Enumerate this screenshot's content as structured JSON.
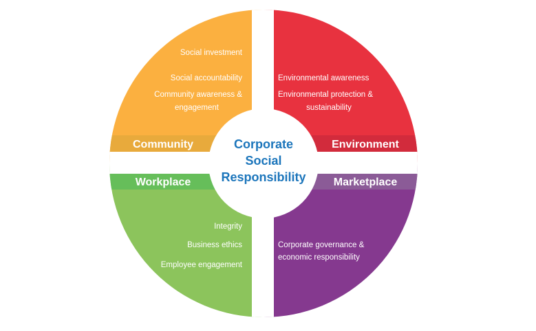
{
  "title": {
    "lines": [
      "Corporate",
      "Social",
      "Responsibility"
    ]
  },
  "colors": {
    "community": "#fbb040",
    "community_band": "#e8aa3c",
    "environment": "#e8323f",
    "environment_band": "#d22b3c",
    "workplace": "#8cc45c",
    "workplace_band": "#66be5a",
    "marketplace": "#85398f",
    "marketplace_band": "#8b5b97",
    "title": "#1b75bb"
  },
  "quadrants": {
    "community": {
      "label": "Community",
      "items": [
        "Social investment",
        "Social accountability",
        "Community awareness &",
        "engagement"
      ]
    },
    "environment": {
      "label": "Environment",
      "items": [
        "Environmental awareness",
        "Environmental protection &",
        "sustainability"
      ]
    },
    "workplace": {
      "label": "Workplace",
      "items": [
        "Integrity",
        "Business ethics",
        "Employee engagement"
      ]
    },
    "marketplace": {
      "label": "Marketplace",
      "items": [
        "Corporate governance &",
        "economic responsibility"
      ]
    }
  }
}
